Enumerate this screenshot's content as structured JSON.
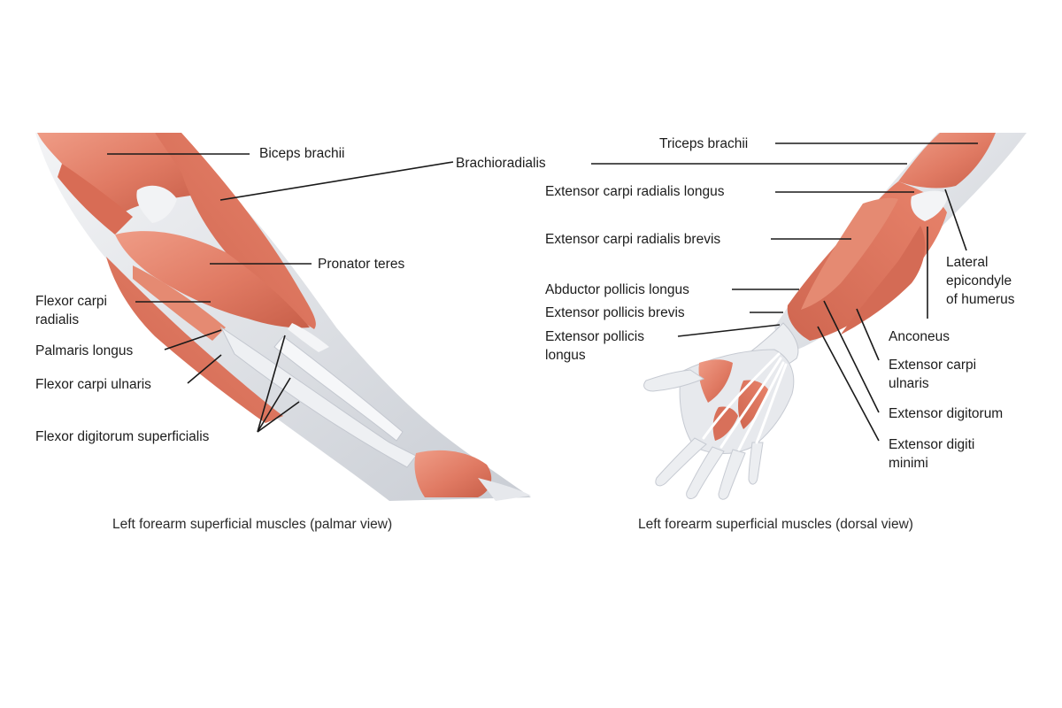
{
  "palmar": {
    "labels": {
      "biceps_brachii": "Biceps brachii",
      "brachioradialis": "Brachioradialis",
      "pronator_teres": "Pronator teres",
      "flexor_carpi_radialis_1": "Flexor carpi",
      "flexor_carpi_radialis_2": "radialis",
      "palmaris_longus": "Palmaris longus",
      "flexor_carpi_ulnaris": "Flexor carpi ulnaris",
      "flexor_digitorum_superficialis": "Flexor digitorum superficialis"
    },
    "caption": "Left forearm superficial muscles (palmar view)"
  },
  "dorsal": {
    "labels": {
      "triceps_brachii": "Triceps brachii",
      "extensor_carpi_radialis_longus": "Extensor carpi radialis longus",
      "extensor_carpi_radialis_brevis": "Extensor carpi radialis brevis",
      "abductor_pollicis_longus": "Abductor pollicis longus",
      "extensor_pollicis_brevis": "Extensor pollicis brevis",
      "extensor_pollicis_longus_1": "Extensor pollicis",
      "extensor_pollicis_longus_2": "longus",
      "lateral_epicondyle_1": "Lateral",
      "lateral_epicondyle_2": "epicondyle",
      "lateral_epicondyle_3": "of humerus",
      "anconeus": "Anconeus",
      "extensor_carpi_ulnaris_1": "Extensor carpi",
      "extensor_carpi_ulnaris_2": "ulnaris",
      "extensor_digitorum": "Extensor digitorum",
      "extensor_digiti_minimi_1": "Extensor digiti",
      "extensor_digiti_minimi_2": "minimi"
    },
    "caption": "Left forearm superficial muscles (dorsal view)"
  },
  "colors": {
    "muscle": "#e07a63",
    "muscle_dark": "#c9604a",
    "muscle_light": "#ee9a84",
    "tendon": "#e4e6ea",
    "tendon_shade": "#c6cad2",
    "leader_line": "#1a1a1a"
  }
}
